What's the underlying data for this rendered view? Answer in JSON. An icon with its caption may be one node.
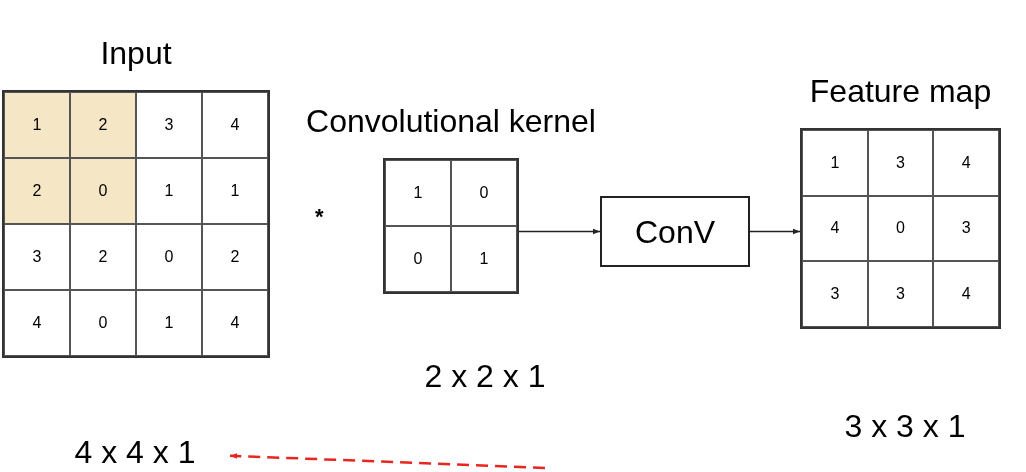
{
  "diagram": {
    "nodes": [
      {
        "text": [
          "Input"
        ]
      },
      {
        "text": [
          "Convolutional kernel"
        ],
        "beside": [
          "2 x 2 x 1"
        ]
      },
      {
        "text": [
          "ConV"
        ]
      },
      {
        "text": [
          "Feature map"
        ],
        "beside": [
          "3 x 3 x 1"
        ]
      },
      {
        "text": [
          "4 x 4 x 1"
        ]
      }
    ],
    "edges": [
      {
        "from": 1,
        "to": 2,
        "arrow": "to"
      },
      {
        "from": 2,
        "to": 3,
        "arrow": "to"
      },
      {
        "from": null,
        "to": 4,
        "arrow": "to",
        "style": "dashed",
        "color": "#e8261f"
      }
    ],
    "labels": [
      "1",
      "2",
      "3",
      "4",
      "2",
      "0",
      "1",
      "1",
      "3",
      "2",
      "0",
      "2",
      "4",
      "0",
      "1",
      "4",
      "*",
      "1",
      "0",
      "0",
      "1",
      "1",
      "3",
      "4",
      "4",
      "0",
      "3",
      "3",
      "3",
      "4"
    ]
  }
}
